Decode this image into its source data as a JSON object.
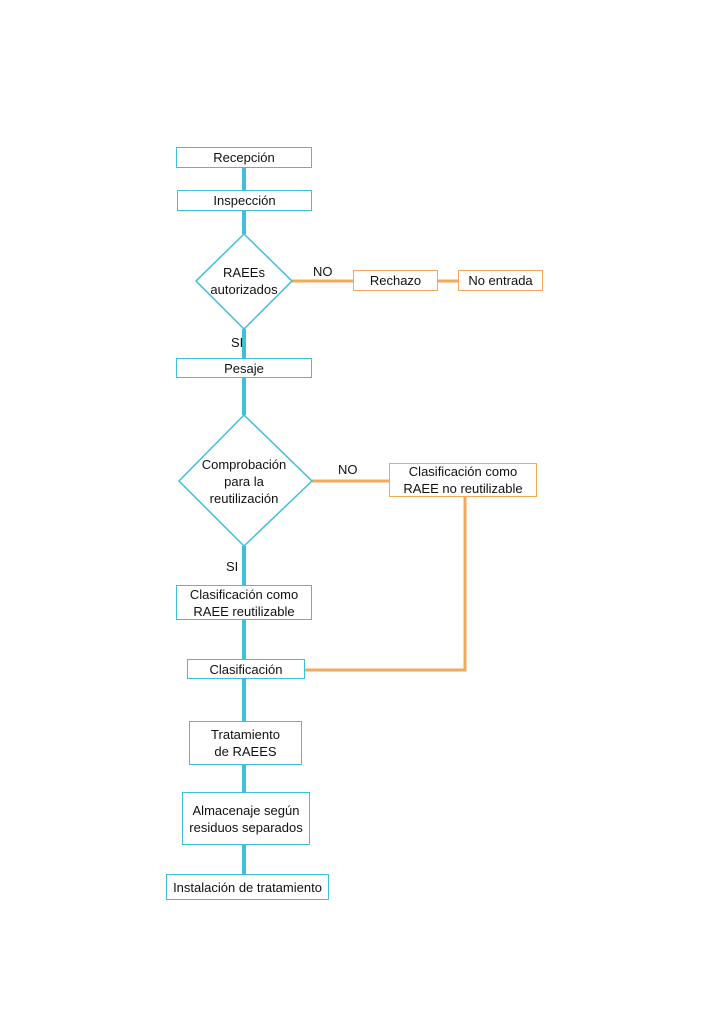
{
  "colors": {
    "main_flow": "#3fbfd9",
    "reject_flow": "#f5a85a"
  },
  "nodes": {
    "recepcion": "Recepción",
    "inspeccion": "Inspección",
    "raees_autorizados": "RAEEs\nautorizados",
    "rechazo": "Rechazo",
    "no_entrada": "No entrada",
    "pesaje": "Pesaje",
    "comprobacion": "Comprobación\npara la\nreutilización",
    "no_reutilizable": "Clasificación como\nRAEE  no reutilizable",
    "reutilizable": "Clasificación como\nRAEE  reutilizable",
    "clasificacion": "Clasificación",
    "tratamiento": "Tratamiento\nde  RAEES",
    "almacenaje": "Almacenaje según\nresiduos separados",
    "instalacion": "Instalación de tratamiento"
  },
  "edge_labels": {
    "no": "NO",
    "si": "SI"
  }
}
